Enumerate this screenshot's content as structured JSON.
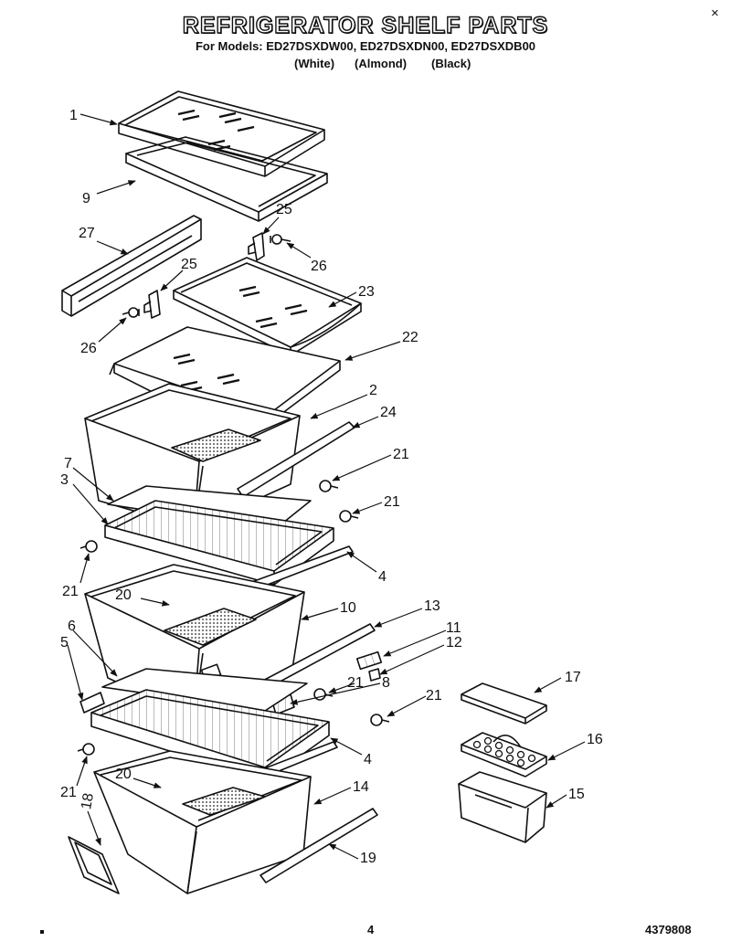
{
  "header": {
    "title": "REFRIGERATOR SHELF PARTS",
    "models": "For Models: ED27DSXDW00, ED27DSXDN00, ED27DSXDB00",
    "colors": [
      "(White)",
      "(Almond)",
      "(Black)"
    ]
  },
  "footer": {
    "page": "4",
    "doc_number": "4379808",
    "corner_mark": "×"
  },
  "callouts": [
    {
      "id": "c1",
      "text": "1"
    },
    {
      "id": "c9",
      "text": "9"
    },
    {
      "id": "c27",
      "text": "27"
    },
    {
      "id": "c25a",
      "text": "25"
    },
    {
      "id": "c26a",
      "text": "26"
    },
    {
      "id": "c25b",
      "text": "25"
    },
    {
      "id": "c23",
      "text": "23"
    },
    {
      "id": "c26b",
      "text": "26"
    },
    {
      "id": "c22",
      "text": "22"
    },
    {
      "id": "c2",
      "text": "2"
    },
    {
      "id": "c24",
      "text": "24"
    },
    {
      "id": "c21a",
      "text": "21"
    },
    {
      "id": "c7",
      "text": "7"
    },
    {
      "id": "c3",
      "text": "3"
    },
    {
      "id": "c21b",
      "text": "21"
    },
    {
      "id": "c4a",
      "text": "4"
    },
    {
      "id": "c21c",
      "text": "21"
    },
    {
      "id": "c20a",
      "text": "20"
    },
    {
      "id": "c10",
      "text": "10"
    },
    {
      "id": "c13",
      "text": "13"
    },
    {
      "id": "c11",
      "text": "11"
    },
    {
      "id": "c6",
      "text": "6"
    },
    {
      "id": "c12",
      "text": "12"
    },
    {
      "id": "c5",
      "text": "5"
    },
    {
      "id": "c21d",
      "text": "21"
    },
    {
      "id": "c8",
      "text": "8"
    },
    {
      "id": "c17",
      "text": "17"
    },
    {
      "id": "c21e",
      "text": "21"
    },
    {
      "id": "c4b",
      "text": "4"
    },
    {
      "id": "c16",
      "text": "16"
    },
    {
      "id": "c21f",
      "text": "21"
    },
    {
      "id": "c20b",
      "text": "20"
    },
    {
      "id": "c14",
      "text": "14"
    },
    {
      "id": "c15",
      "text": "15"
    },
    {
      "id": "c18",
      "text": "18"
    },
    {
      "id": "c19",
      "text": "19"
    }
  ]
}
